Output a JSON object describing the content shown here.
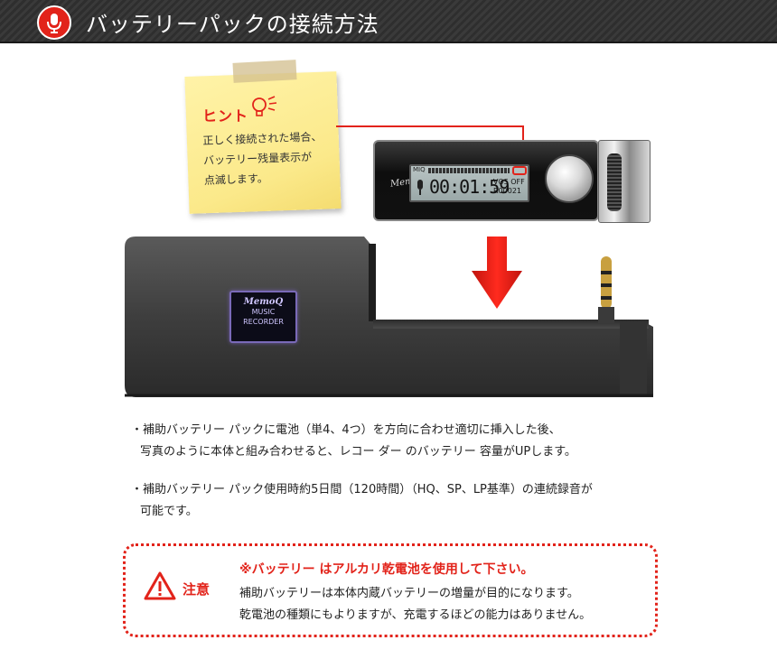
{
  "header": {
    "title": "バッテリーパックの接続方法",
    "icon": "microphone-icon",
    "accent_color": "#e2231a"
  },
  "hint_note": {
    "label": "ヒント",
    "icon": "lightbulb-icon",
    "lines": [
      "正しく接続された場合、",
      "バッテリー残量表示が",
      "点滅します。"
    ]
  },
  "recorder": {
    "brand": "MemoQ",
    "lcd_mode": "MIQ",
    "lcd_time": "00:01:59",
    "lcd_vos": "VOS OFF",
    "lcd_file": "R00021"
  },
  "battery_pack": {
    "logo_brand": "MemoQ",
    "logo_line1": "MUSIC",
    "logo_line2": "RECORDER"
  },
  "bullets": [
    {
      "line1": "・補助バッテリー パックに電池（単4、4つ）を方向に合わせ適切に挿入した後、",
      "line2": "写真のように本体と組み合わせると、レコー ダー のバッテリー 容量がUPします。"
    },
    {
      "line1": "・補助バッテリー パック使用時約5日間（120時間）（HQ、SP、LP基準）の連続録音が",
      "line2": "可能です。"
    }
  ],
  "caution": {
    "label": "注意",
    "icon": "warning-icon",
    "heading": "※バッテリー はアルカリ乾電池を使用して下さい。",
    "line1": "補助バッテリーは本体内蔵バッテリーの増量が目的になります。",
    "line2": "乾電池の種類にもよりますが、充電するほどの能力はありません。"
  }
}
